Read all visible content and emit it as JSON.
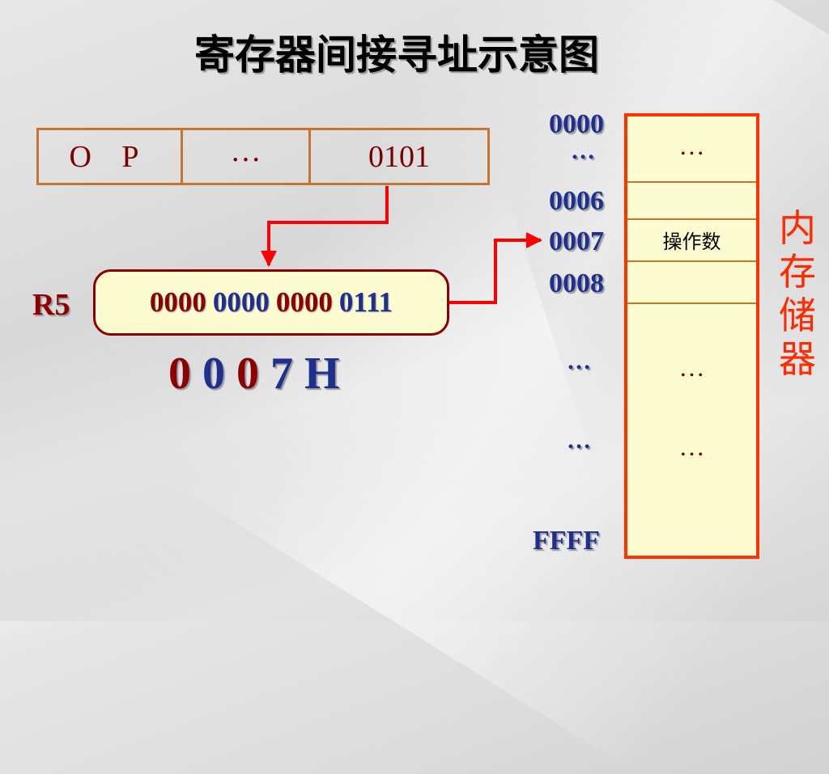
{
  "title": "寄存器间接寻址示意图",
  "instruction": {
    "op": "O P",
    "mid": "…",
    "reg_field": "0101"
  },
  "register": {
    "label": "R5",
    "groups": [
      "0000",
      "0000",
      "0000",
      "0111"
    ],
    "hex_digits": [
      "0",
      "0",
      "0",
      "7",
      "H"
    ]
  },
  "memory": {
    "label": "内存储器",
    "addresses": {
      "a0000": "0000",
      "dots1": "…",
      "a0006": "0006",
      "a0007": "0007",
      "a0008": "0008",
      "dots2": "…",
      "dots3": "…",
      "affff": "FFFF"
    },
    "cells": {
      "c0": "…",
      "operand": "操作数",
      "c_mid": "…",
      "c_low": "…"
    }
  },
  "colors": {
    "dark_red": "#8b0000",
    "blue": "#1f2f8f",
    "arrow_red": "#ff0000",
    "memory_border": "#ff3300"
  }
}
